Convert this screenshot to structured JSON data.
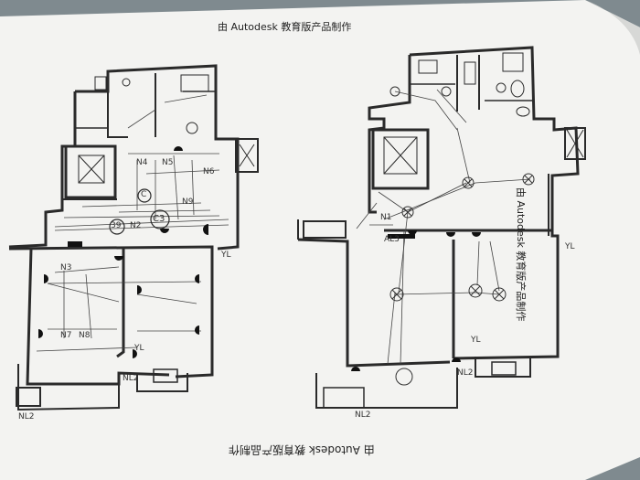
{
  "watermarks": {
    "top": "由 Autodesk 教育版产品制作",
    "bottom": "由 Autodesk 教育版产品制作",
    "side": "由 Autodesk 教育版产品制作"
  },
  "left_plan": {
    "labels": {
      "N4": "N4",
      "N5": "N5",
      "N6": "N6",
      "N9": "N9",
      "N2": "N2",
      "C3": "C3",
      "n39": "39",
      "C": "C",
      "N3": "N3",
      "N7": "N7",
      "N8": "N8",
      "NL2a": "NL2",
      "NL2b": "NL2",
      "YLa": "YL",
      "YLb": "YL"
    }
  },
  "right_plan": {
    "labels": {
      "N1": "N1",
      "AL3": "AL3",
      "YLa": "YL",
      "YLb": "YL",
      "NL2a": "NL2",
      "NL2b": "NL2"
    }
  },
  "colors": {
    "paper": "#f3f3f1",
    "background": "#7f8a8f",
    "wall": "#2a2a2a",
    "line": "#333333"
  }
}
